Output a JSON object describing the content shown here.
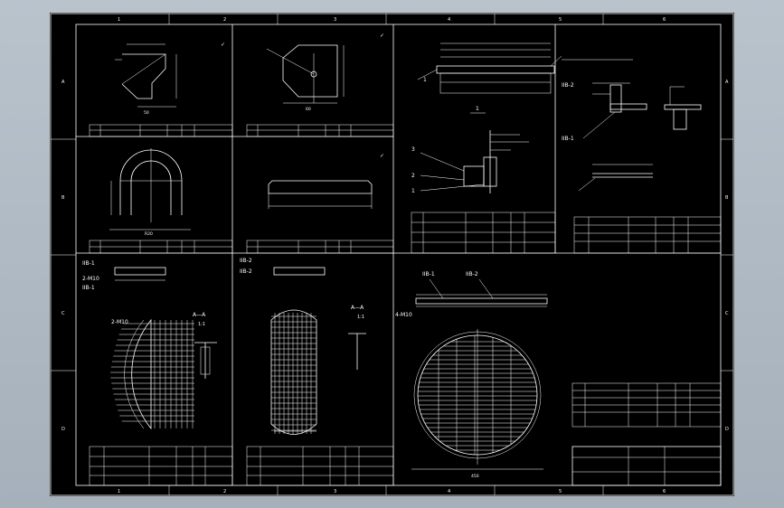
{
  "sheet": {
    "zone_columns_top": [
      "1",
      "2",
      "3",
      "4",
      "5",
      "6"
    ],
    "zone_columns_bottom": [
      "1",
      "2",
      "3",
      "4",
      "5",
      "6"
    ],
    "zone_rows_left": [
      "A",
      "B",
      "C",
      "D"
    ],
    "zone_rows_right": [
      "A",
      "B",
      "C",
      "D"
    ]
  },
  "views": {
    "section_aa_left": "A—A",
    "section_aa_right": "A—A",
    "part_1_1": "1:1",
    "section_1": "1",
    "leader_3": "3",
    "leader_2": "2",
    "leader_1": "1",
    "leader_1b": "1",
    "mark_iib2": "IIB-2",
    "mark_iib1": "IIB-1",
    "mark_iib1_b": "IIB-1",
    "mark_m10_b": "2-M10",
    "mark_m10_c": "2-M10",
    "mark_iib2_c": "IIB-2",
    "mark_iib1_c": "IIB-1",
    "mark_iib2_d": "IIB-2",
    "mark_m10_d": "4-M10",
    "mark_iib1_d": "IIB-1",
    "mark_iib2_e": "IIB-2"
  },
  "dims": {
    "d_450": "450",
    "d_50": "50",
    "d_60": "60",
    "d_r20": "R20"
  }
}
